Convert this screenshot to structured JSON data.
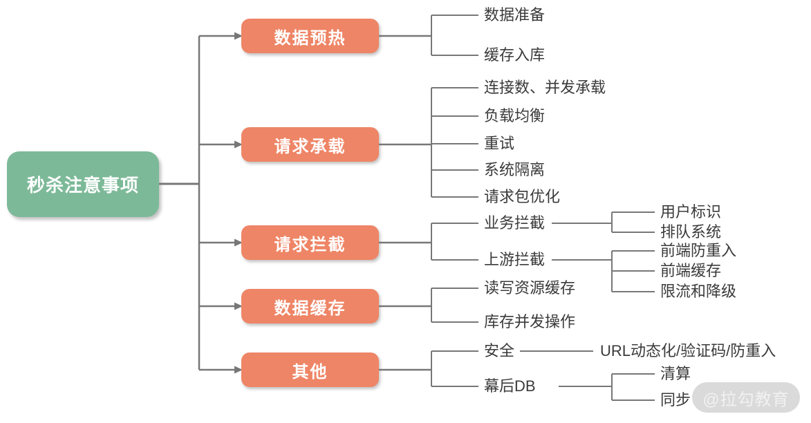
{
  "root": {
    "label": "秒杀注意事项"
  },
  "branches": [
    {
      "label": "数据预热",
      "children": [
        {
          "label": "数据准备"
        },
        {
          "label": "缓存入库"
        }
      ]
    },
    {
      "label": "请求承载",
      "children": [
        {
          "label": "连接数、并发承载"
        },
        {
          "label": "负载均衡"
        },
        {
          "label": "重试"
        },
        {
          "label": "系统隔离"
        },
        {
          "label": "请求包优化"
        }
      ]
    },
    {
      "label": "请求拦截",
      "children": [
        {
          "label": "业务拦截",
          "children": [
            {
              "label": "用户标识"
            },
            {
              "label": "排队系统"
            }
          ]
        },
        {
          "label": "上游拦截",
          "children": [
            {
              "label": "前端防重入"
            },
            {
              "label": "前端缓存"
            },
            {
              "label": "限流和降级"
            }
          ]
        }
      ]
    },
    {
      "label": "数据缓存",
      "children": [
        {
          "label": "读写资源缓存"
        },
        {
          "label": "库存并发操作"
        }
      ]
    },
    {
      "label": "其他",
      "children": [
        {
          "label": "安全",
          "children": [
            {
              "label": "URL动态化/验证码/防重入"
            }
          ]
        },
        {
          "label": "幕后DB",
          "children": [
            {
              "label": "清算"
            },
            {
              "label": "同步"
            }
          ]
        }
      ]
    }
  ],
  "watermark": "@拉勾教育",
  "colors": {
    "root_bg": "#7CB998",
    "branch_bg": "#EE8566",
    "line": "#777777",
    "text": "#3A3A3A",
    "watermark_bg": "#D5D5D5",
    "watermark_text": "#F0F0F0"
  }
}
